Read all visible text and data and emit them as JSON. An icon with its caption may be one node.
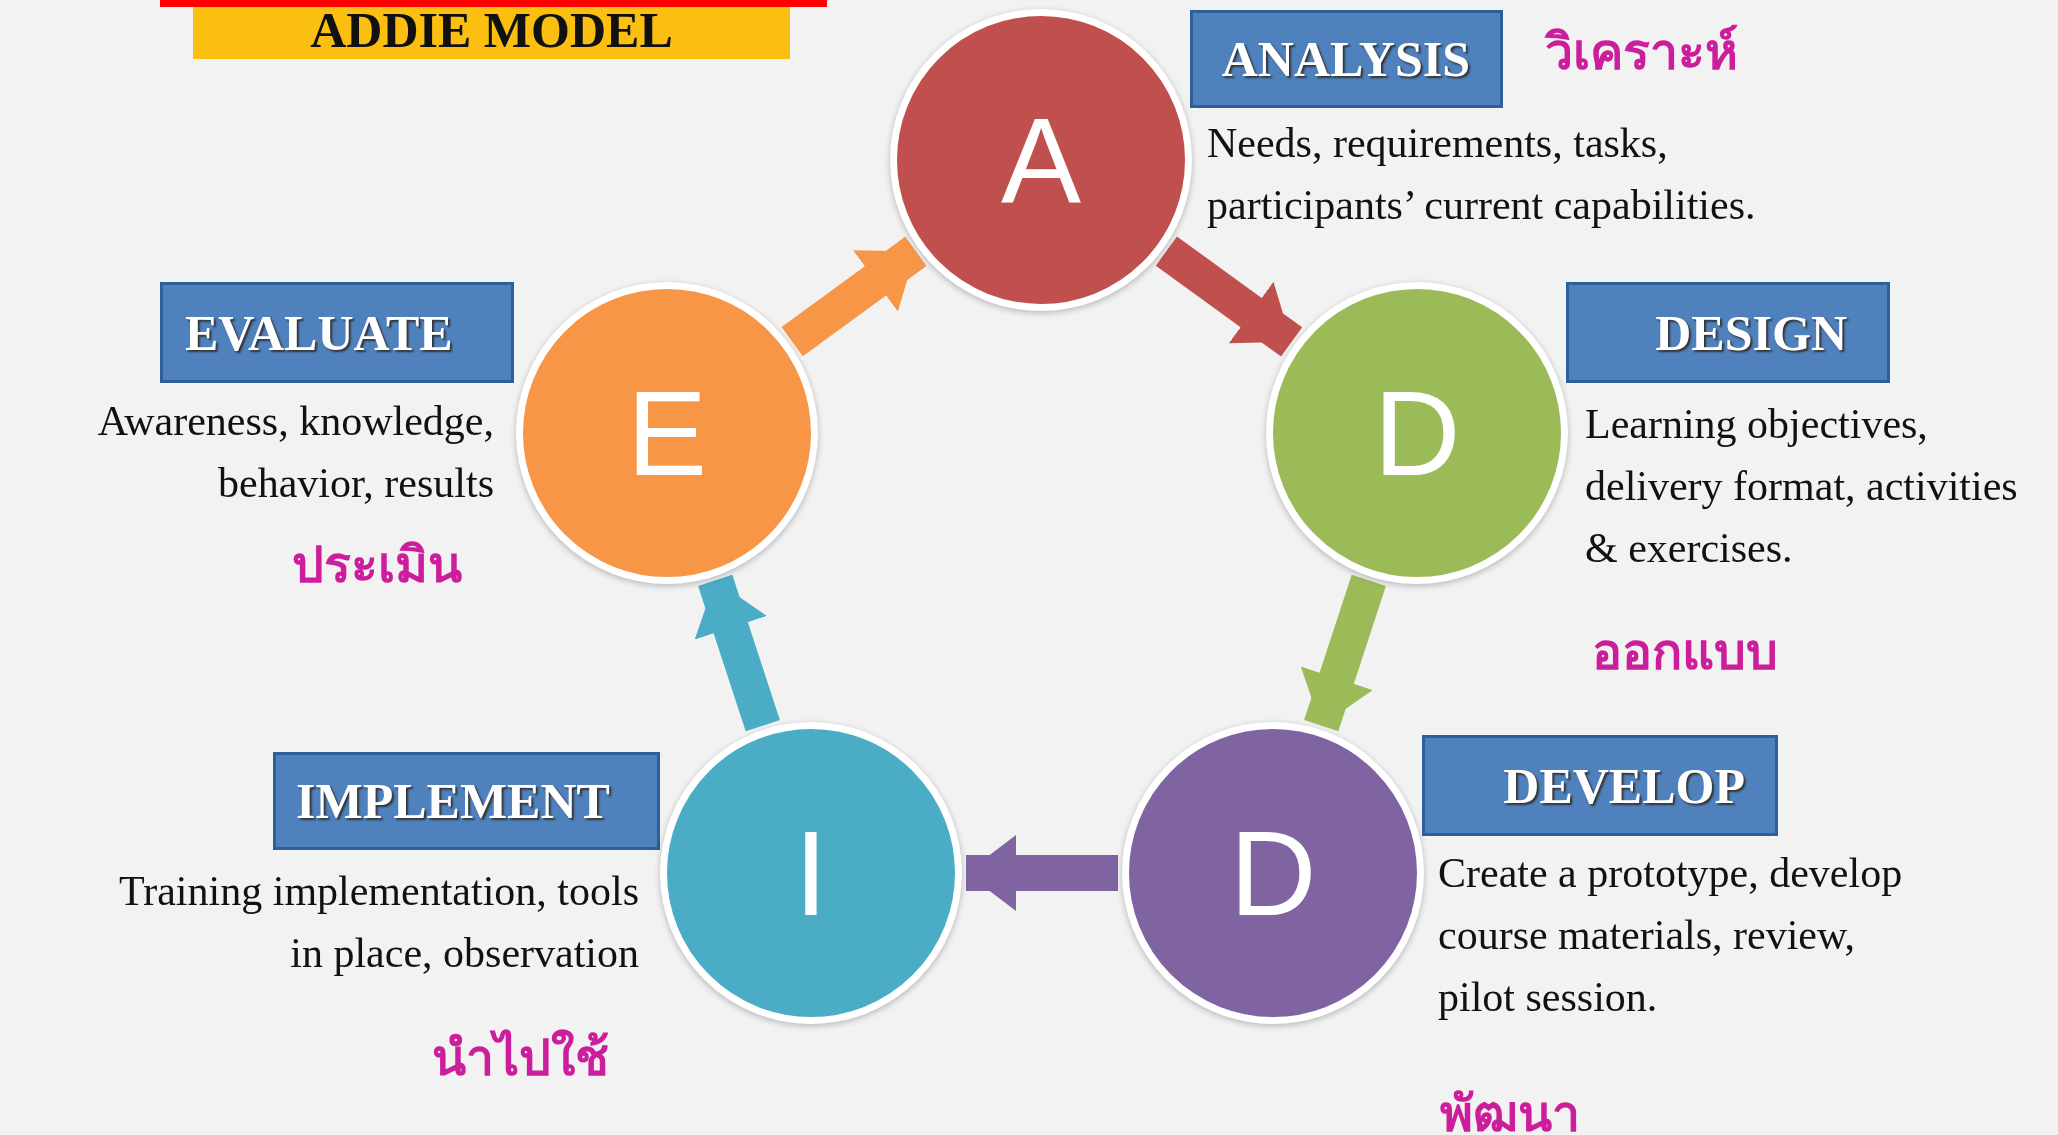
{
  "diagram": {
    "title": "ADDIE MODEL",
    "nodes": [
      {
        "text": [
          "A"
        ],
        "beside": [
          "Needs, requirements, tasks, participants’ current capabilities.",
          "วิเคราะห์"
        ]
      },
      {
        "text": [
          "ANALYSIS"
        ]
      },
      {
        "text": [
          "D"
        ],
        "beside": [
          "Learning objectives, delivery format, activities & exercises.",
          "ออกแบบ"
        ]
      },
      {
        "text": [
          "DESIGN"
        ]
      },
      {
        "text": [
          "D"
        ],
        "beside": [
          "Create a prototype, develop course materials, review, pilot session.",
          "พัฒนา"
        ]
      },
      {
        "text": [
          "DEVELOP"
        ]
      },
      {
        "text": [
          "I"
        ],
        "beside": [
          "Training implementation, tools in place, observation",
          "นำไปใช้"
        ]
      },
      {
        "text": [
          "IMPLEMENT"
        ]
      },
      {
        "text": [
          "E"
        ],
        "beside": [
          "Awareness, knowledge, behavior, results",
          "ประเมิน"
        ]
      },
      {
        "text": [
          "EVALUATE"
        ]
      }
    ],
    "edges": [
      {
        "from": 0,
        "to": 2,
        "arrow": "to",
        "color": "#c0504d"
      },
      {
        "from": 2,
        "to": 4,
        "arrow": "to",
        "color": "#9bbb59"
      },
      {
        "from": 4,
        "to": 6,
        "arrow": "to",
        "color": "#8064a2"
      },
      {
        "from": 6,
        "to": 8,
        "arrow": "to",
        "color": "#4bacc6"
      },
      {
        "from": 8,
        "to": 0,
        "arrow": "to",
        "color": "#f79646"
      }
    ]
  }
}
